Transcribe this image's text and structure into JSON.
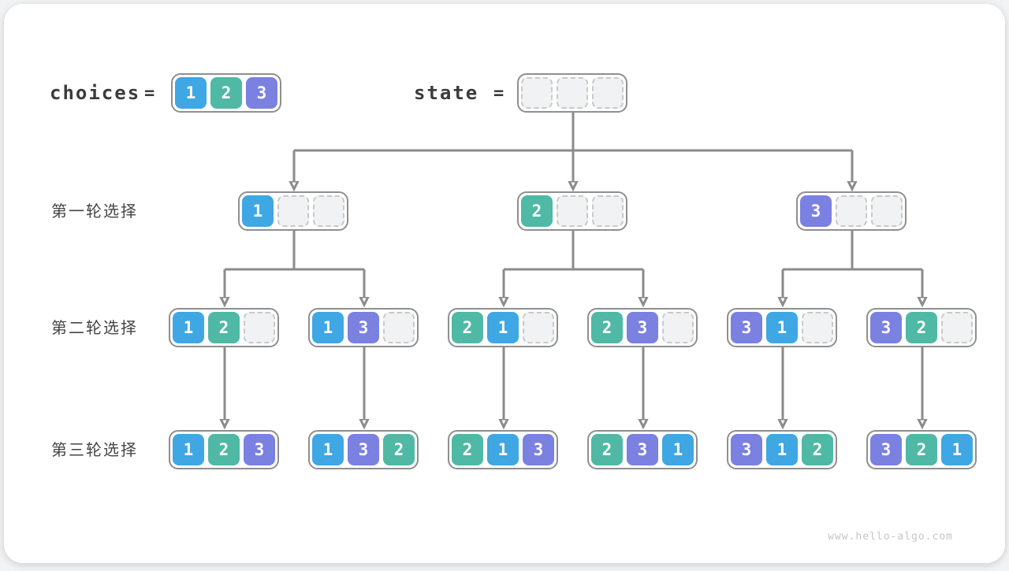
{
  "header": {
    "choices_label": "choices",
    "choices_eq": "=",
    "choices_cells": [
      "1",
      "2",
      "3"
    ],
    "state_label": "state",
    "state_eq": "=",
    "state_cells": [
      "",
      "",
      ""
    ]
  },
  "rows": [
    {
      "label": "第一轮选择",
      "boxes": [
        [
          "1",
          "",
          ""
        ],
        [
          "2",
          "",
          ""
        ],
        [
          "3",
          "",
          ""
        ]
      ]
    },
    {
      "label": "第二轮选择",
      "boxes": [
        [
          "1",
          "2",
          ""
        ],
        [
          "1",
          "3",
          ""
        ],
        [
          "2",
          "1",
          ""
        ],
        [
          "2",
          "3",
          ""
        ],
        [
          "3",
          "1",
          ""
        ],
        [
          "3",
          "2",
          ""
        ]
      ]
    },
    {
      "label": "第三轮选择",
      "boxes": [
        [
          "1",
          "2",
          "3"
        ],
        [
          "1",
          "3",
          "2"
        ],
        [
          "2",
          "1",
          "3"
        ],
        [
          "2",
          "3",
          "1"
        ],
        [
          "3",
          "1",
          "2"
        ],
        [
          "3",
          "2",
          "1"
        ]
      ]
    }
  ],
  "colors": {
    "1": "#3fa7e3",
    "2": "#4fb9a5",
    "3": "#7b81e1",
    "arrow": "#8b8b8b",
    "box_border": "#8f8f8f",
    "empty_cell": "#f1f2f3"
  },
  "watermark": "www.hello-algo.com"
}
